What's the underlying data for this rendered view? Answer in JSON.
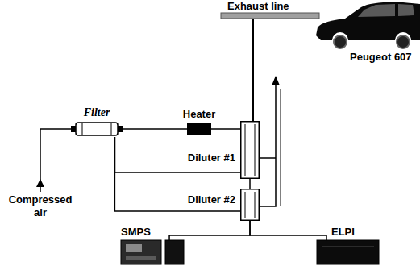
{
  "diagram": {
    "nodes": [
      {
        "text": [
          "Filter"
        ]
      },
      {
        "text": [
          "Heater"
        ]
      },
      {
        "text": [
          "Diluter #1"
        ]
      },
      {
        "text": [
          "Diluter #2"
        ]
      },
      {
        "text": [
          "SMPS"
        ]
      },
      {
        "text": [
          "ELPI"
        ]
      }
    ],
    "edges": [
      {
        "from": 0,
        "to": 1,
        "arrow": "none"
      },
      {
        "from": 1,
        "to": 2,
        "arrow": "none"
      },
      {
        "from": 0,
        "to": 2,
        "arrow": "none"
      },
      {
        "from": 0,
        "to": 3,
        "arrow": "none"
      },
      {
        "from": 2,
        "to": 3,
        "arrow": "none"
      },
      {
        "from": 3,
        "to": 4,
        "arrow": "none"
      },
      {
        "from": 3,
        "to": 5,
        "arrow": "none"
      }
    ],
    "labels": [
      "Exhaust line",
      "Peugeot 607",
      "Compressed air"
    ]
  }
}
